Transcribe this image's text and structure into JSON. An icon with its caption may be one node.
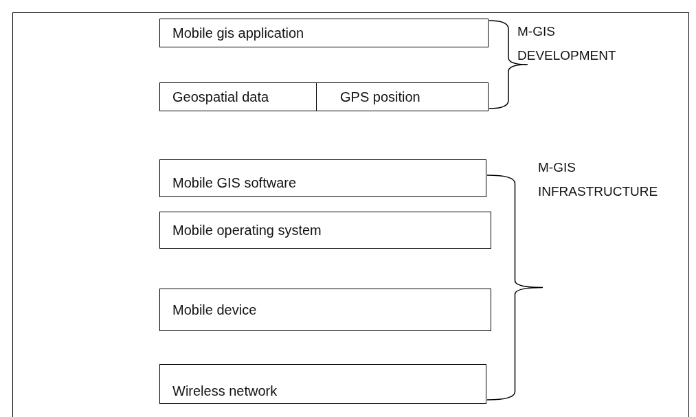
{
  "diagram": {
    "nodes": [
      {
        "text": [
          "Mobile gis application"
        ]
      },
      {
        "text": [
          "Geospatial data"
        ]
      },
      {
        "text": [
          "GPS position"
        ]
      },
      {
        "text": [
          "Mobile GIS software"
        ]
      },
      {
        "text": [
          "Mobile operating system"
        ]
      },
      {
        "text": [
          "Mobile device"
        ]
      },
      {
        "text": [
          "Wireless network"
        ]
      }
    ],
    "edges": [],
    "labels": [
      "M-GIS DEVELOPMENT",
      "M-GIS INFRASTRUCTURE"
    ]
  }
}
